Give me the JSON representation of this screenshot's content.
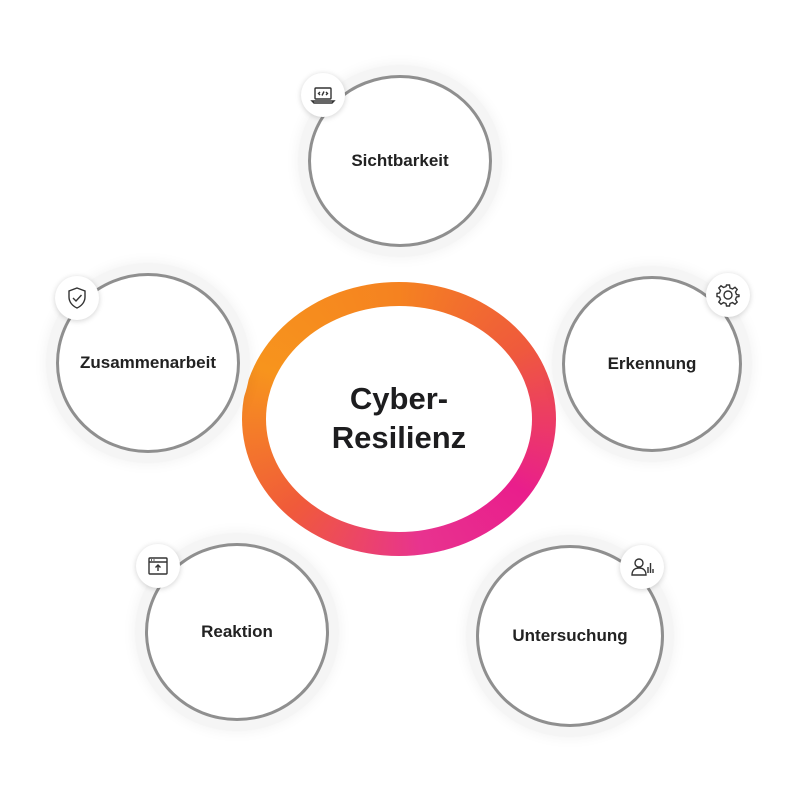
{
  "center": {
    "label": "Cyber-\nResilienz",
    "line1": "Cyber-",
    "line2": "Resilienz"
  },
  "nodes": {
    "sichtbarkeit": {
      "label": "Sichtbarkeit",
      "icon": "laptop-code-icon"
    },
    "zusammenarbeit": {
      "label": "Zusammenarbeit",
      "icon": "shield-check-icon"
    },
    "erkennung": {
      "label": "Erkennung",
      "icon": "gear-icon"
    },
    "reaktion": {
      "label": "Reaktion",
      "icon": "browser-upload-icon"
    },
    "untersuchung": {
      "label": "Untersuchung",
      "icon": "user-analytics-icon"
    }
  },
  "colors": {
    "ring_gradient": [
      "#f58220",
      "#e91e8c"
    ],
    "node_border": "#8f8f8f",
    "text": "#1d1d1f"
  }
}
